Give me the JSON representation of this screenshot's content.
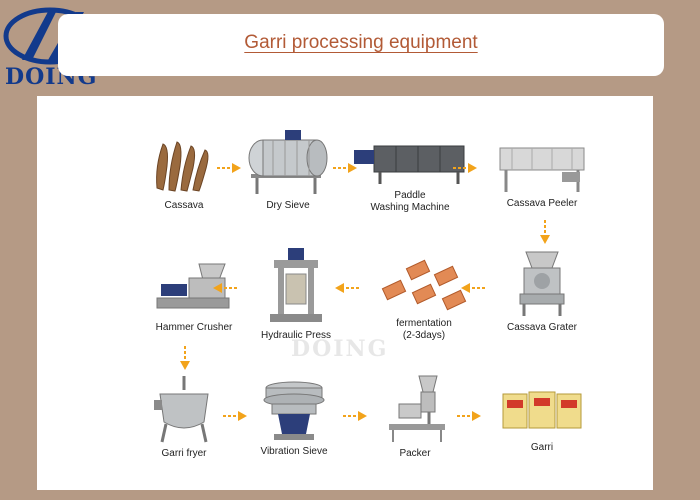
{
  "header": {
    "title": "Garri processing equipment",
    "logo_text": "DOING"
  },
  "steps": [
    {
      "label": "Cassava"
    },
    {
      "label": "Dry Sieve"
    },
    {
      "label": "Paddle\nWashing Machine"
    },
    {
      "label": "Cassava Peeler"
    },
    {
      "label": "Cassava Grater"
    },
    {
      "label": "fermentation\n(2-3days)"
    },
    {
      "label": "Hydraulic Press"
    },
    {
      "label": "Hammer Crusher"
    },
    {
      "label": "Garri fryer"
    },
    {
      "label": "Vibration Sieve"
    },
    {
      "label": "Packer"
    },
    {
      "label": "Garri"
    }
  ],
  "watermark": "DOING",
  "colors": {
    "background": "#b59a85",
    "title": "#b25a36",
    "logo": "#123a8c",
    "arrow": "#f2a31b"
  }
}
